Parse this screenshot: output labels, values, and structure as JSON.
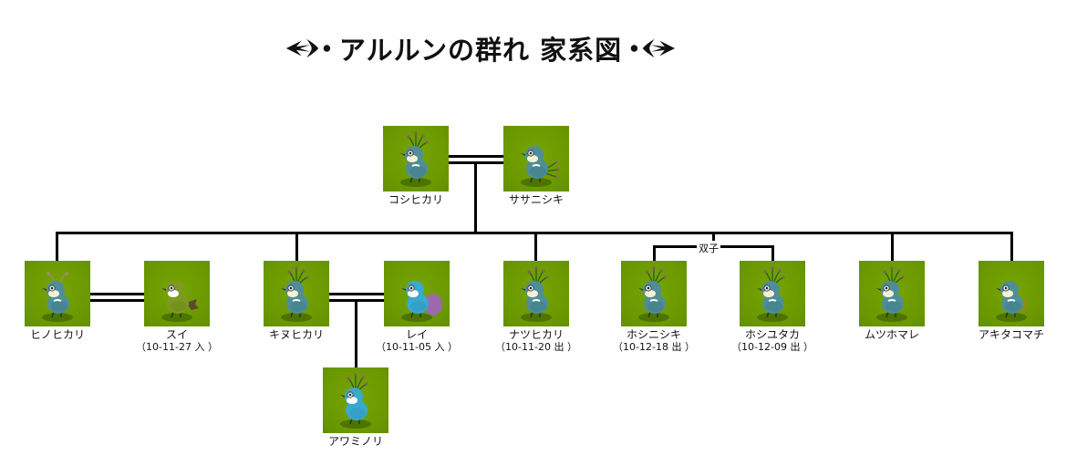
{
  "title": "アルルンの群れ 家系図",
  "twins_label": "双子",
  "colors": {
    "tile_bg": "#6b9a00",
    "bird_teal": "#4f8e99",
    "bird_blue": "#3aa9d0",
    "bird_olive": "#7f9a24",
    "line": "#000000"
  },
  "generation1": [
    {
      "name": "コシヒカリ",
      "bird": "teal-crest",
      "date": null
    },
    {
      "name": "ササニシキ",
      "bird": "teal-tail",
      "date": null
    }
  ],
  "generation2": [
    {
      "name": "ヒノヒカリ",
      "bird": "teal-antenna",
      "date": null
    },
    {
      "name": "スイ",
      "bird": "olive",
      "date": "（10-11-27 入 ）",
      "spouse_of": "ヒノヒカリ"
    },
    {
      "name": "キヌヒカリ",
      "bird": "teal-crest",
      "date": null
    },
    {
      "name": "レイ",
      "bird": "blue-purple-tail",
      "date": "（10-11-05 入 ）",
      "spouse_of": "キヌヒカリ"
    },
    {
      "name": "ナツヒカリ",
      "bird": "teal-crest",
      "date": "（10-11-20 出 ）"
    },
    {
      "name": "ホシニシキ",
      "bird": "teal-crest",
      "date": "（10-12-18 出 ）",
      "twin": true
    },
    {
      "name": "ホシユタカ",
      "bird": "teal-crest",
      "date": "（10-12-09 出 ）",
      "twin": true
    },
    {
      "name": "ムツホマレ",
      "bird": "teal-crest",
      "date": null
    },
    {
      "name": "アキタコマチ",
      "bird": "teal-curl",
      "date": null
    }
  ],
  "generation3": [
    {
      "name": "アワミノリ",
      "bird": "blue-crest",
      "date": null,
      "parents": [
        "キヌヒカリ",
        "レイ"
      ]
    }
  ]
}
